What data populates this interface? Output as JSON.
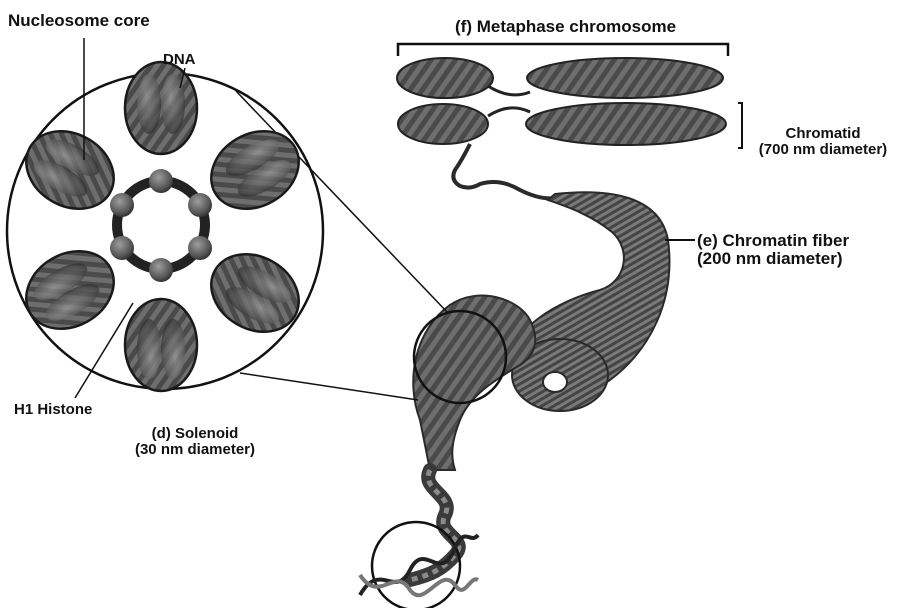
{
  "labels": {
    "nucleosome_core": "Nucleosome core",
    "dna": "DNA",
    "metaphase": "(f) Metaphase chromosome",
    "chromatid_name": "Chromatid",
    "chromatid_size": "(700 nm diameter)",
    "fiber_name": "(e) Chromatin fiber",
    "fiber_size": "(200 nm diameter)",
    "h1_histone": "H1 Histone",
    "solenoid_name": "(d) Solenoid",
    "solenoid_size": "(30 nm diameter)"
  },
  "colors": {
    "ink": "#1a1a1a",
    "dark_fill": "#3a3a3a",
    "mid_fill": "#6b6b6b",
    "light_fill": "#9a9a9a",
    "background": "#ffffff"
  }
}
